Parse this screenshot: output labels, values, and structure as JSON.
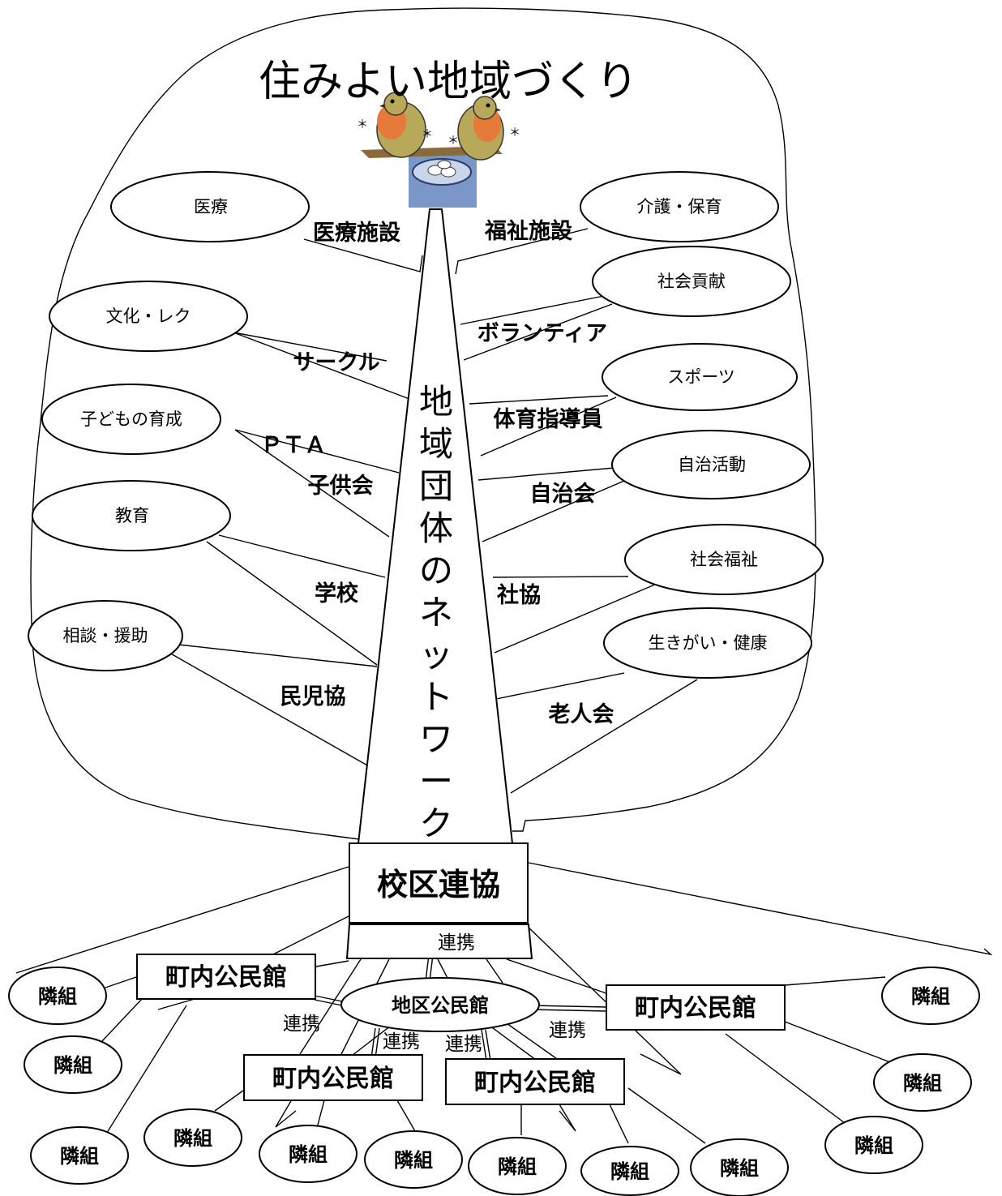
{
  "title": "住みよい地域づくり",
  "trunk_label": "地域団体のネットワーク",
  "root_box": "校区連協",
  "hub": "地区公民館",
  "link_label": "連携",
  "branches_left": [
    {
      "oval": "医療",
      "label": "医療施設"
    },
    {
      "oval": "文化・レク",
      "label": "サークル"
    },
    {
      "oval": "子どもの育成",
      "label": "ＰＴＡ",
      "label2": "子供会"
    },
    {
      "oval": "教育",
      "label": "学校"
    },
    {
      "oval": "相談・援助",
      "label": "民児協"
    }
  ],
  "branches_right": [
    {
      "oval": "介護・保育",
      "label": "福祉施設"
    },
    {
      "oval": "社会貢献",
      "label": "ボランティア"
    },
    {
      "oval": "スポーツ",
      "label": "体育指導員"
    },
    {
      "oval": "自治活動",
      "label": "自治会"
    },
    {
      "oval": "社会福祉",
      "label": "社協"
    },
    {
      "oval": "生きがい・健康",
      "label": "老人会"
    }
  ],
  "community_hall": "町内公民館",
  "neighborhood_group": "隣組",
  "colors": {
    "nest": "#7a97c8",
    "bird": "#e57a3a",
    "bird_body": "#b8a85a"
  }
}
